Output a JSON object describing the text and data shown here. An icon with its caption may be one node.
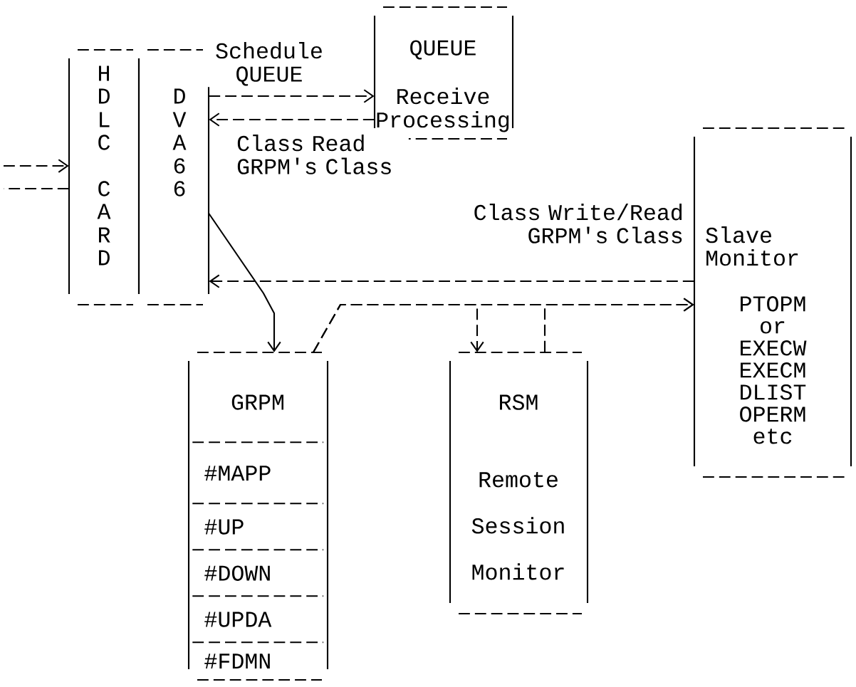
{
  "diagram": {
    "nodes": [
      {
        "text": [
          "H",
          "D",
          "L",
          "C",
          "C",
          "A",
          "R",
          "D"
        ]
      },
      {
        "text": [
          "D",
          "V",
          "A",
          "6",
          "6"
        ]
      },
      {
        "text": [
          "QUEUE",
          "Receive Processing"
        ]
      },
      {
        "text": [
          "Slave Monitor",
          "PTOPM or EXECW EXECM DLIST OPERM etc"
        ]
      },
      {
        "text": [
          "GRPM"
        ]
      },
      {
        "text": [
          "#MAPP"
        ],
        "in": 4
      },
      {
        "text": [
          "#UP"
        ],
        "in": 4
      },
      {
        "text": [
          "#DOWN"
        ],
        "in": 4
      },
      {
        "text": [
          "#UPDA"
        ],
        "in": 4
      },
      {
        "text": [
          "#FDMN"
        ],
        "in": 4
      },
      {
        "text": [
          "RSM",
          "Remote Session Monitor"
        ]
      }
    ],
    "edges": [
      {
        "from": null,
        "to": 0,
        "arrow": "to",
        "style": "dashed"
      },
      {
        "from": 0,
        "to": null,
        "arrow": "none",
        "style": "dashed"
      },
      {
        "from": 1,
        "to": 2,
        "arrow": "to",
        "style": "dashed",
        "label": "Schedule QUEUE"
      },
      {
        "from": 2,
        "to": 1,
        "arrow": "to",
        "style": "dashed",
        "label": "Class Read GRPM's Class"
      },
      {
        "from": 3,
        "to": 1,
        "arrow": "to",
        "style": "dashed",
        "label": "Class Write/Read GRPM's Class"
      },
      {
        "from": 1,
        "to": 4,
        "arrow": "to"
      },
      {
        "from": 4,
        "to": 3,
        "arrow": "to",
        "style": "dashed"
      },
      {
        "from": 4,
        "to": 10,
        "arrow": "to",
        "style": "dashed"
      },
      {
        "from": 10,
        "to": 3,
        "arrow": "to",
        "style": "dashed"
      }
    ]
  }
}
